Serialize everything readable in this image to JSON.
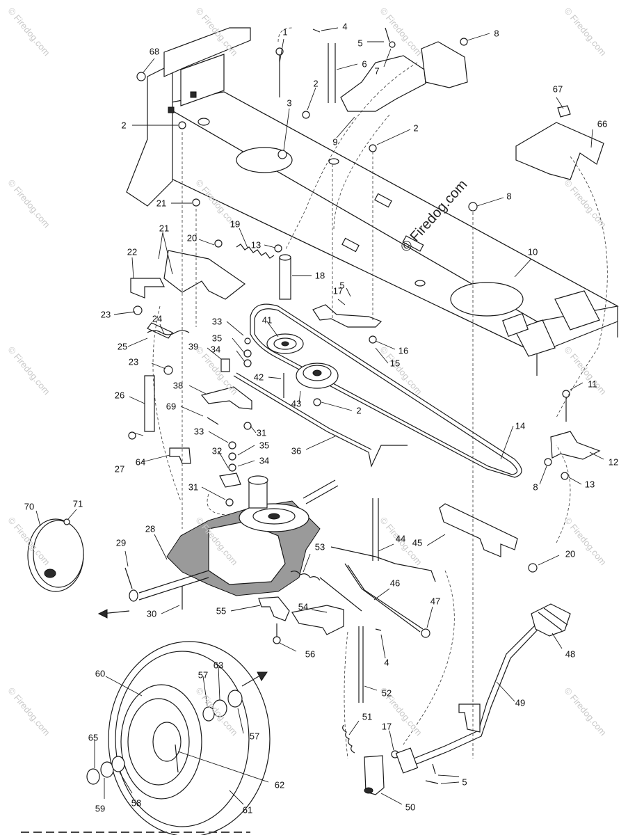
{
  "watermark": {
    "text": "© Firedog.com",
    "center_text": "© Firedog.com"
  },
  "callouts": [
    {
      "id": "c1",
      "label": "1"
    },
    {
      "id": "c4a",
      "label": "4"
    },
    {
      "id": "c5a",
      "label": "5"
    },
    {
      "id": "c8a",
      "label": "8"
    },
    {
      "id": "c68",
      "label": "68"
    },
    {
      "id": "c6",
      "label": "6"
    },
    {
      "id": "c7",
      "label": "7"
    },
    {
      "id": "c2a",
      "label": "2"
    },
    {
      "id": "c3",
      "label": "3"
    },
    {
      "id": "c2b",
      "label": "2"
    },
    {
      "id": "c67",
      "label": "67"
    },
    {
      "id": "c9",
      "label": "9"
    },
    {
      "id": "c2c",
      "label": "2"
    },
    {
      "id": "c66",
      "label": "66"
    },
    {
      "id": "c8b",
      "label": "8"
    },
    {
      "id": "c21a",
      "label": "21"
    },
    {
      "id": "c21b",
      "label": "21"
    },
    {
      "id": "c19",
      "label": "19"
    },
    {
      "id": "c20a",
      "label": "20"
    },
    {
      "id": "c13a",
      "label": "13"
    },
    {
      "id": "c10",
      "label": "10"
    },
    {
      "id": "c22",
      "label": "22"
    },
    {
      "id": "c18",
      "label": "18"
    },
    {
      "id": "c5b",
      "label": "5"
    },
    {
      "id": "c17a",
      "label": "17"
    },
    {
      "id": "c23a",
      "label": "23"
    },
    {
      "id": "c24",
      "label": "24"
    },
    {
      "id": "c33a",
      "label": "33"
    },
    {
      "id": "c41",
      "label": "41"
    },
    {
      "id": "c16",
      "label": "16"
    },
    {
      "id": "c25",
      "label": "25"
    },
    {
      "id": "c35a",
      "label": "35"
    },
    {
      "id": "c39",
      "label": "39"
    },
    {
      "id": "c34a",
      "label": "34"
    },
    {
      "id": "c15",
      "label": "15"
    },
    {
      "id": "c23b",
      "label": "23"
    },
    {
      "id": "c42",
      "label": "42"
    },
    {
      "id": "c38",
      "label": "38"
    },
    {
      "id": "c2d",
      "label": "2"
    },
    {
      "id": "c43",
      "label": "43"
    },
    {
      "id": "c11",
      "label": "11"
    },
    {
      "id": "c26",
      "label": "26"
    },
    {
      "id": "c69",
      "label": "69"
    },
    {
      "id": "c31a",
      "label": "31"
    },
    {
      "id": "c14",
      "label": "14"
    },
    {
      "id": "c33b",
      "label": "33"
    },
    {
      "id": "c35b",
      "label": "35"
    },
    {
      "id": "c36",
      "label": "36"
    },
    {
      "id": "c12",
      "label": "12"
    },
    {
      "id": "c32",
      "label": "32"
    },
    {
      "id": "c34b",
      "label": "34"
    },
    {
      "id": "c27",
      "label": "27"
    },
    {
      "id": "c64",
      "label": "64"
    },
    {
      "id": "c8c",
      "label": "8"
    },
    {
      "id": "c13b",
      "label": "13"
    },
    {
      "id": "c31b",
      "label": "31"
    },
    {
      "id": "c70",
      "label": "70"
    },
    {
      "id": "c71",
      "label": "71"
    },
    {
      "id": "c28",
      "label": "28"
    },
    {
      "id": "c53",
      "label": "53"
    },
    {
      "id": "c44",
      "label": "44"
    },
    {
      "id": "c45",
      "label": "45"
    },
    {
      "id": "c20b",
      "label": "20"
    },
    {
      "id": "c29",
      "label": "29"
    },
    {
      "id": "c46",
      "label": "46"
    },
    {
      "id": "c47",
      "label": "47"
    },
    {
      "id": "c30",
      "label": "30"
    },
    {
      "id": "c55",
      "label": "55"
    },
    {
      "id": "c54",
      "label": "54"
    },
    {
      "id": "c56",
      "label": "56"
    },
    {
      "id": "c4b",
      "label": "4"
    },
    {
      "id": "c48",
      "label": "48"
    },
    {
      "id": "c60",
      "label": "60"
    },
    {
      "id": "c63",
      "label": "63"
    },
    {
      "id": "c57a",
      "label": "57"
    },
    {
      "id": "c52",
      "label": "52"
    },
    {
      "id": "c49",
      "label": "49"
    },
    {
      "id": "c57b",
      "label": "57"
    },
    {
      "id": "c51",
      "label": "51"
    },
    {
      "id": "c65",
      "label": "65"
    },
    {
      "id": "c17b",
      "label": "17"
    },
    {
      "id": "c62",
      "label": "62"
    },
    {
      "id": "c5c",
      "label": "5"
    },
    {
      "id": "c59",
      "label": "59"
    },
    {
      "id": "c58",
      "label": "58"
    },
    {
      "id": "c61",
      "label": "61"
    },
    {
      "id": "c50",
      "label": "50"
    }
  ]
}
